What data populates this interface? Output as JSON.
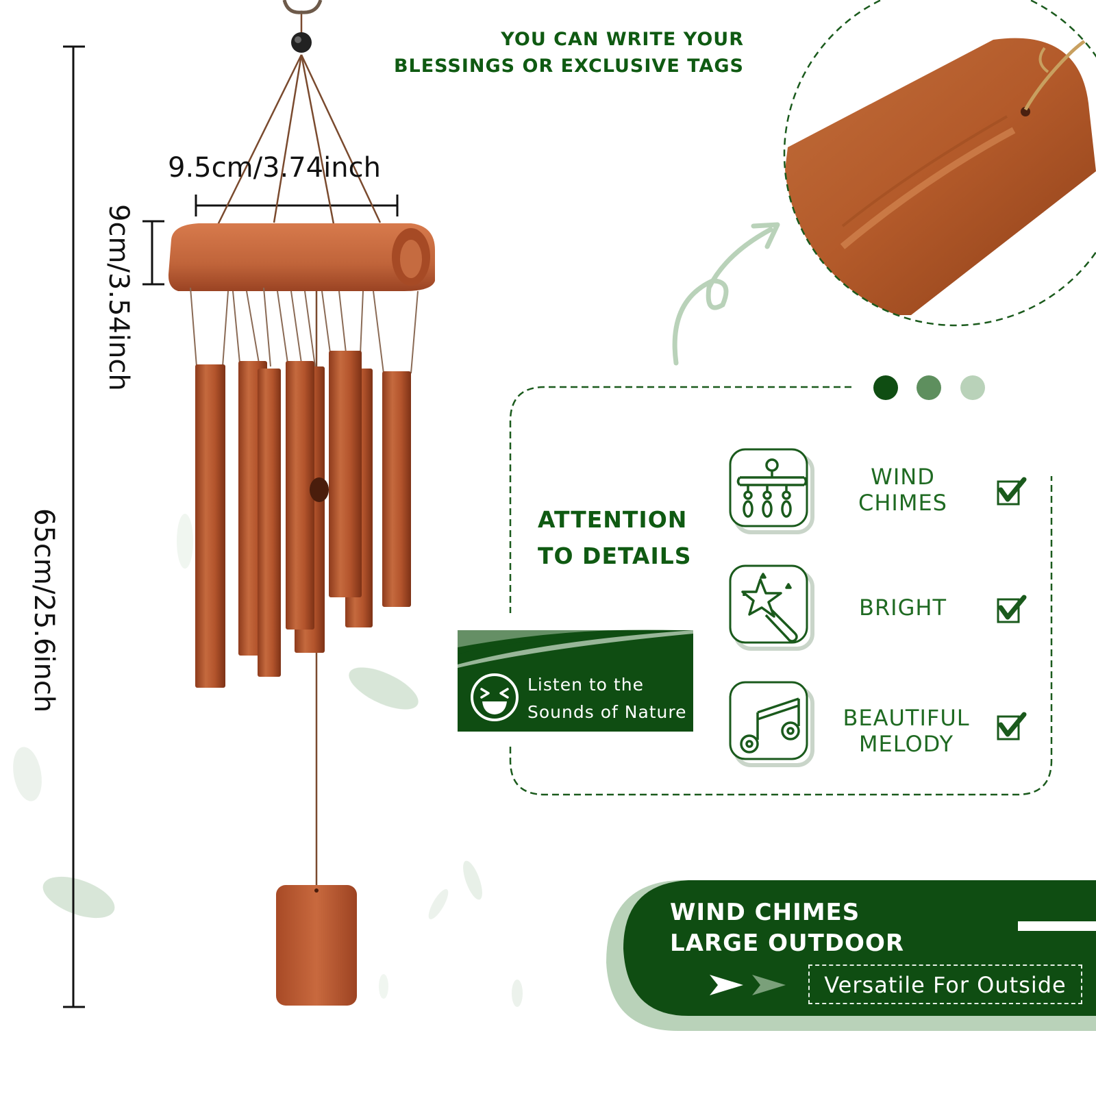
{
  "dimensions": {
    "width": "9.5cm/3.74inch",
    "height_top": "9cm/3.54inch",
    "total_length": "65cm/25.6inch"
  },
  "top_note": [
    "YOU CAN WRITE YOUR",
    "BLESSINGS OR EXCLUSIVE TAGS"
  ],
  "attention": [
    "ATTENTION",
    "TO DETAILS"
  ],
  "features": [
    {
      "label_lines": [
        "WIND",
        "CHIMES"
      ],
      "icon": "wind-chime-icon"
    },
    {
      "label_lines": [
        "BRIGHT"
      ],
      "icon": "magic-wand-icon"
    },
    {
      "label_lines": [
        "BEAUTIFUL",
        "MELODY"
      ],
      "icon": "music-note-icon"
    }
  ],
  "listen_tag": [
    "Listen to the",
    "Sounds of Nature"
  ],
  "banner": {
    "title_lines": [
      "WIND CHIMES",
      "LARGE OUTDOOR"
    ],
    "subtitle": "Versatile For Outside"
  },
  "colors": {
    "dark_green": "#0f4d12",
    "mid_green": "#5e8f5e",
    "light_green": "#b9d2b9",
    "wood": "#b85a33"
  }
}
